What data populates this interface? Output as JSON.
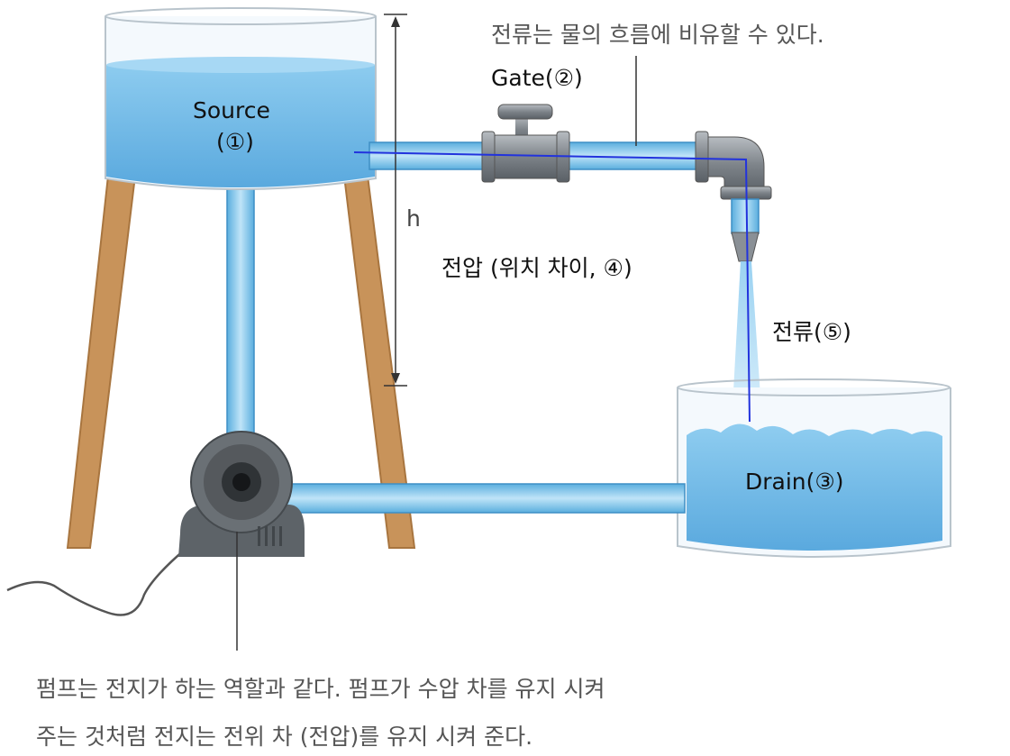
{
  "labels": {
    "source_name": "Source",
    "source_num": "(①)",
    "gate": "Gate(②)",
    "drain": "Drain(③)",
    "voltage": "전압 (위치 차이, ④)",
    "current": "전류(⑤)",
    "height": "h",
    "current_caption": "전류는 물의 흐름에 비유할 수 있다.",
    "pump_caption_line1": "펌프는 전지가 하는 역할과 같다. 펌프가 수압 차를 유지 시켜",
    "pump_caption_line2": "주는 것처럼 전지는 전위 차 (전압)를 유지 시켜 준다."
  },
  "colors": {
    "water": "#7cc0ea",
    "water_dark": "#4f9fd6",
    "pipe": "#9fd3f2",
    "wood": "#c8935a",
    "metal": "#8a9096",
    "pump": "#5d6368",
    "current_line": "#2233dd"
  }
}
